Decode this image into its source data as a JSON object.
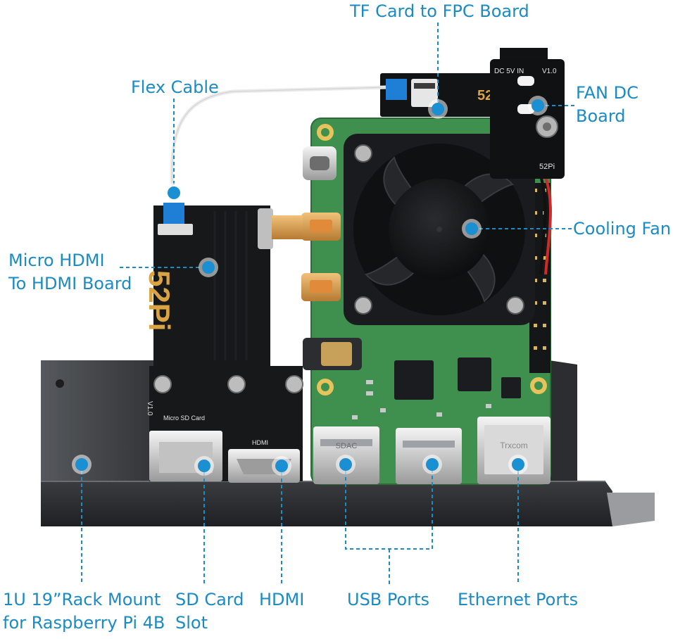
{
  "labels": {
    "tf_card": "TF Card to FPC Board",
    "flex_cable": "Flex Cable",
    "fan_dc": [
      "FAN DC",
      "Board"
    ],
    "cooling_fan": "Cooling Fan",
    "micro_hdmi": [
      "Micro HDMI",
      "To HDMI Board"
    ],
    "rack_mount": [
      "1U 19”Rack Mount",
      "for Raspberry Pi 4B"
    ],
    "sd_card": [
      "SD Card",
      "Slot"
    ],
    "hdmi": "HDMI",
    "usb_ports": "USB Ports",
    "ethernet_ports": "Ethernet Ports"
  },
  "board_markings": {
    "brand_logo": "52Pi",
    "version": "V1.0",
    "micro_sd_silk": "Micro SD Card",
    "hdmi_silk": "HDMI",
    "fan_board_silk": [
      "DC 5V IN",
      "V1.0",
      "52Pi"
    ],
    "usb3_silk": "SDAC",
    "ethernet_jack": "Trxcom"
  },
  "colors": {
    "accent": "#1b8bc4",
    "rack_metal": "#2b2d30",
    "pcb_green": "#3f8f4e",
    "adapter_black": "#17181a",
    "brand_gold": "#d9a441"
  }
}
